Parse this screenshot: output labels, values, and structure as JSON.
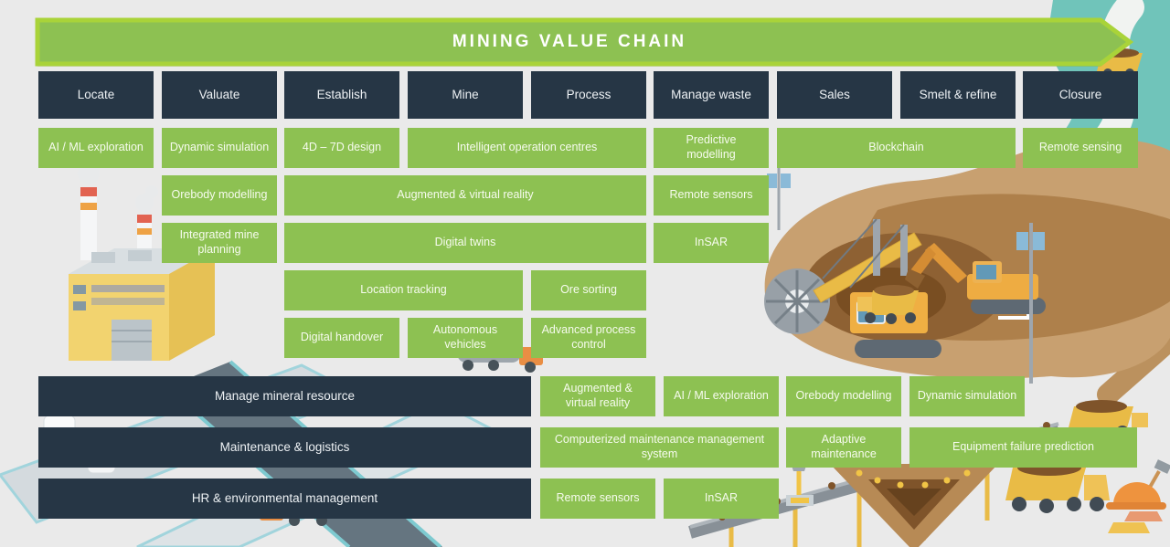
{
  "banner": {
    "title": "MINING VALUE CHAIN"
  },
  "value_chain": {
    "stages": [
      "Locate",
      "Valuate",
      "Establish",
      "Mine",
      "Process",
      "Manage waste",
      "Sales",
      "Smelt & refine",
      "Closure"
    ],
    "technologies": {
      "ai_ml_exploration": "AI / ML exploration",
      "dynamic_simulation": "Dynamic simulation",
      "design_4d_7d": "4D – 7D design",
      "intelligent_operation_centres": "Intelligent operation centres",
      "predictive_modelling": "Predictive modelling",
      "blockchain": "Blockchain",
      "remote_sensing": "Remote sensing",
      "orebody_modelling": "Orebody modelling",
      "augmented_virtual_reality": "Augmented & virtual reality",
      "remote_sensors": "Remote sensors",
      "integrated_mine_planning": "Integrated mine planning",
      "digital_twins": "Digital twins",
      "insar": "InSAR",
      "location_tracking": "Location tracking",
      "ore_sorting": "Ore sorting",
      "digital_handover": "Digital handover",
      "autonomous_vehicles": "Autonomous vehicles",
      "advanced_process_control": "Advanced process control"
    }
  },
  "support": {
    "functions": [
      "Manage mineral resource",
      "Maintenance & logistics",
      "HR & environmental management"
    ],
    "technologies": {
      "computerized_maintenance_management_system": "Computerized maintenance management system",
      "adaptive_maintenance": "Adaptive maintenance",
      "equipment_failure_prediction": "Equipment failure prediction"
    }
  },
  "colors": {
    "green": "#8dc152",
    "green_border": "#a9d339",
    "navy": "#263645",
    "background": "#eaeaea",
    "teal": "#6ac3b8"
  }
}
